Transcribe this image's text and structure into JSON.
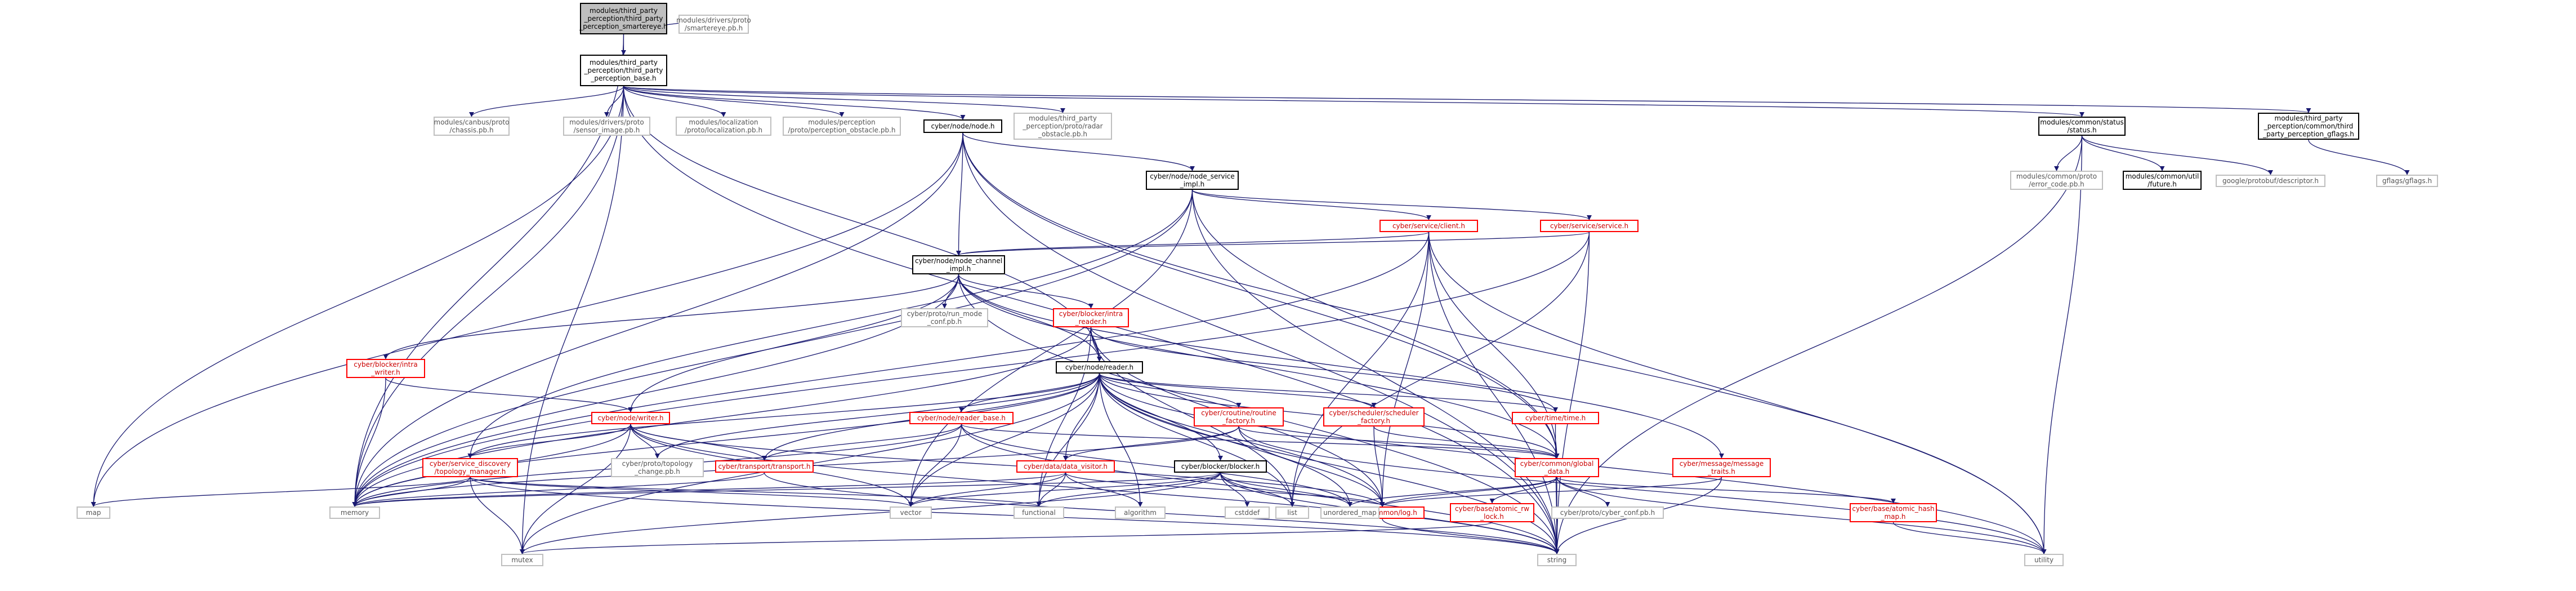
{
  "graph": {
    "edge_color": "#191970",
    "nodes": [
      {
        "id": "root",
        "label": "modules/third_party\n_perception/third_party\n_perception_smartereye.h",
        "style": "root"
      },
      {
        "id": "smartereyepb",
        "label": "modules/drivers/proto\n/smartereye.pb.h",
        "style": "gray"
      },
      {
        "id": "base",
        "label": "modules/third_party\n_perception/third_party\n_perception_base.h",
        "style": "normal"
      },
      {
        "id": "chassis",
        "label": "modules/canbus/proto\n/chassis.pb.h",
        "style": "gray"
      },
      {
        "id": "sensorimage",
        "label": "modules/drivers/proto\n/sensor_image.pb.h",
        "style": "gray"
      },
      {
        "id": "localization",
        "label": "modules/localization\n/proto/localization.pb.h",
        "style": "gray"
      },
      {
        "id": "perceptionobstacle",
        "label": "modules/perception\n/proto/perception_obstacle.pb.h",
        "style": "gray"
      },
      {
        "id": "nodeh",
        "label": "cyber/node/node.h",
        "style": "normal"
      },
      {
        "id": "radarobstacle",
        "label": "modules/third_party\n_perception/proto/radar\n_obstacle.pb.h",
        "style": "gray"
      },
      {
        "id": "status",
        "label": "modules/common/status\n/status.h",
        "style": "normal"
      },
      {
        "id": "gflagsh",
        "label": "modules/third_party\n_perception/common/third\n_party_perception_gflags.h",
        "style": "normal"
      },
      {
        "id": "errorcode",
        "label": "modules/common/proto\n/error_code.pb.h",
        "style": "gray"
      },
      {
        "id": "future",
        "label": "modules/common/util\n/future.h",
        "style": "normal"
      },
      {
        "id": "descriptor",
        "label": "google/protobuf/descriptor.h",
        "style": "gray"
      },
      {
        "id": "gflags",
        "label": "gflags/gflags.h",
        "style": "gray"
      },
      {
        "id": "nodeservice",
        "label": "cyber/node/node_service\n_impl.h",
        "style": "normal"
      },
      {
        "id": "client",
        "label": "cyber/service/client.h",
        "style": "red"
      },
      {
        "id": "service",
        "label": "cyber/service/service.h",
        "style": "red"
      },
      {
        "id": "nodechannel",
        "label": "cyber/node/node_channel\n_impl.h",
        "style": "normal"
      },
      {
        "id": "runmode",
        "label": "cyber/proto/run_mode\n_conf.pb.h",
        "style": "gray"
      },
      {
        "id": "intrareader",
        "label": "cyber/blocker/intra\n_reader.h",
        "style": "red"
      },
      {
        "id": "intrawriter",
        "label": "cyber/blocker/intra\n_writer.h",
        "style": "red"
      },
      {
        "id": "reader",
        "label": "cyber/node/reader.h",
        "style": "normal"
      },
      {
        "id": "writer",
        "label": "cyber/node/writer.h",
        "style": "red"
      },
      {
        "id": "readerbase",
        "label": "cyber/node/reader_base.h",
        "style": "red"
      },
      {
        "id": "routinefactory",
        "label": "cyber/croutine/routine\n_factory.h",
        "style": "red"
      },
      {
        "id": "schedfactory",
        "label": "cyber/scheduler/scheduler\n_factory.h",
        "style": "red"
      },
      {
        "id": "timeh",
        "label": "cyber/time/time.h",
        "style": "red"
      },
      {
        "id": "topology",
        "label": "cyber/service_discovery\n/topology_manager.h",
        "style": "red"
      },
      {
        "id": "topochange",
        "label": "cyber/proto/topology\n_change.pb.h",
        "style": "gray"
      },
      {
        "id": "transport",
        "label": "cyber/transport/transport.h",
        "style": "red"
      },
      {
        "id": "datavisitor",
        "label": "cyber/data/data_visitor.h",
        "style": "red"
      },
      {
        "id": "blocker",
        "label": "cyber/blocker/blocker.h",
        "style": "normal"
      },
      {
        "id": "globaldata",
        "label": "cyber/common/global\n_data.h",
        "style": "red"
      },
      {
        "id": "messagetraits",
        "label": "cyber/message/message\n_traits.h",
        "style": "red"
      },
      {
        "id": "log",
        "label": "cyber/common/log.h",
        "style": "red"
      },
      {
        "id": "atomicrw",
        "label": "cyber/base/atomic_rw\n_lock.h",
        "style": "red"
      },
      {
        "id": "atomichash",
        "label": "cyber/base/atomic_hash\n_map.h",
        "style": "red"
      },
      {
        "id": "cyberconf",
        "label": "cyber/proto/cyber_conf.pb.h",
        "style": "gray"
      },
      {
        "id": "map",
        "label": "map",
        "style": "gray"
      },
      {
        "id": "memory",
        "label": "memory",
        "style": "gray"
      },
      {
        "id": "mutex",
        "label": "mutex",
        "style": "gray"
      },
      {
        "id": "vector",
        "label": "vector",
        "style": "gray"
      },
      {
        "id": "functional",
        "label": "functional",
        "style": "gray"
      },
      {
        "id": "algorithm",
        "label": "algorithm",
        "style": "gray"
      },
      {
        "id": "cstddef",
        "label": "cstddef",
        "style": "gray"
      },
      {
        "id": "list",
        "label": "list",
        "style": "gray"
      },
      {
        "id": "unorderedmap",
        "label": "unordered_map",
        "style": "gray"
      },
      {
        "id": "string",
        "label": "string",
        "style": "gray"
      },
      {
        "id": "utility",
        "label": "utility",
        "style": "gray"
      }
    ],
    "edges": [
      [
        "root",
        "smartereyepb"
      ],
      [
        "root",
        "base"
      ],
      [
        "root",
        "memory"
      ],
      [
        "base",
        "chassis"
      ],
      [
        "base",
        "sensorimage"
      ],
      [
        "base",
        "localization"
      ],
      [
        "base",
        "perceptionobstacle"
      ],
      [
        "base",
        "nodeh"
      ],
      [
        "base",
        "radarobstacle"
      ],
      [
        "base",
        "status"
      ],
      [
        "base",
        "gflagsh"
      ],
      [
        "base",
        "map"
      ],
      [
        "base",
        "memory"
      ],
      [
        "base",
        "mutex"
      ],
      [
        "base",
        "string"
      ],
      [
        "base",
        "reader"
      ],
      [
        "status",
        "errorcode"
      ],
      [
        "status",
        "future"
      ],
      [
        "status",
        "descriptor"
      ],
      [
        "status",
        "string"
      ],
      [
        "status",
        "utility"
      ],
      [
        "gflagsh",
        "gflags"
      ],
      [
        "nodeh",
        "nodeservice"
      ],
      [
        "nodeh",
        "nodechannel"
      ],
      [
        "nodeh",
        "map"
      ],
      [
        "nodeh",
        "memory"
      ],
      [
        "nodeh",
        "string"
      ],
      [
        "nodeh",
        "utility"
      ],
      [
        "nodeh",
        "globaldata"
      ],
      [
        "nodeservice",
        "client"
      ],
      [
        "nodeservice",
        "service"
      ],
      [
        "nodeservice",
        "topology"
      ],
      [
        "nodeservice",
        "memory"
      ],
      [
        "nodeservice",
        "string"
      ],
      [
        "nodeservice",
        "vector"
      ],
      [
        "nodeservice",
        "globaldata"
      ],
      [
        "client",
        "nodechannel"
      ],
      [
        "client",
        "memory"
      ],
      [
        "client",
        "string"
      ],
      [
        "client",
        "utility"
      ],
      [
        "client",
        "list"
      ],
      [
        "client",
        "log"
      ],
      [
        "client",
        "globaldata"
      ],
      [
        "service",
        "nodechannel"
      ],
      [
        "service",
        "string"
      ],
      [
        "service",
        "list"
      ],
      [
        "service",
        "memory"
      ],
      [
        "nodechannel",
        "runmode"
      ],
      [
        "nodechannel",
        "intrareader"
      ],
      [
        "nodechannel",
        "intrawriter"
      ],
      [
        "nodechannel",
        "reader"
      ],
      [
        "nodechannel",
        "writer"
      ],
      [
        "nodechannel",
        "messagetraits"
      ],
      [
        "nodechannel",
        "memory"
      ],
      [
        "nodechannel",
        "string"
      ],
      [
        "nodechannel",
        "globaldata"
      ],
      [
        "intrareader",
        "reader"
      ],
      [
        "intrareader",
        "timeh"
      ],
      [
        "intrareader",
        "memory"
      ],
      [
        "intrareader",
        "functional"
      ],
      [
        "intrareader",
        "list"
      ],
      [
        "intrareader",
        "log"
      ],
      [
        "intrawriter",
        "writer"
      ],
      [
        "intrawriter",
        "memory"
      ],
      [
        "reader",
        "readerbase"
      ],
      [
        "reader",
        "routinefactory"
      ],
      [
        "reader",
        "schedfactory"
      ],
      [
        "reader",
        "timeh"
      ],
      [
        "reader",
        "topology"
      ],
      [
        "reader",
        "topochange"
      ],
      [
        "reader",
        "transport"
      ],
      [
        "reader",
        "datavisitor"
      ],
      [
        "reader",
        "blocker"
      ],
      [
        "reader",
        "globaldata"
      ],
      [
        "reader",
        "memory"
      ],
      [
        "reader",
        "mutex"
      ],
      [
        "reader",
        "vector"
      ],
      [
        "reader",
        "functional"
      ],
      [
        "reader",
        "algorithm"
      ],
      [
        "reader",
        "list"
      ],
      [
        "reader",
        "unorderedmap"
      ],
      [
        "reader",
        "utility"
      ],
      [
        "reader",
        "string"
      ],
      [
        "reader",
        "log"
      ],
      [
        "writer",
        "topology"
      ],
      [
        "writer",
        "topochange"
      ],
      [
        "writer",
        "transport"
      ],
      [
        "writer",
        "memory"
      ],
      [
        "writer",
        "string"
      ],
      [
        "writer",
        "mutex"
      ],
      [
        "writer",
        "vector"
      ],
      [
        "writer",
        "log"
      ],
      [
        "readerbase",
        "transport"
      ],
      [
        "readerbase",
        "memory"
      ],
      [
        "readerbase",
        "vector"
      ],
      [
        "readerbase",
        "string"
      ],
      [
        "readerbase",
        "unorderedmap"
      ],
      [
        "readerbase",
        "globaldata"
      ],
      [
        "routinefactory",
        "datavisitor"
      ],
      [
        "routinefactory",
        "globaldata"
      ],
      [
        "routinefactory",
        "log"
      ],
      [
        "routinefactory",
        "memory"
      ],
      [
        "routinefactory",
        "utility"
      ],
      [
        "schedfactory",
        "globaldata"
      ],
      [
        "schedfactory",
        "log"
      ],
      [
        "timeh",
        "string"
      ],
      [
        "topology",
        "map"
      ],
      [
        "topology",
        "memory"
      ],
      [
        "topology",
        "mutex"
      ],
      [
        "topology",
        "string"
      ],
      [
        "topology",
        "functional"
      ],
      [
        "topology",
        "vector"
      ],
      [
        "transport",
        "memory"
      ],
      [
        "transport",
        "string"
      ],
      [
        "datavisitor",
        "vector"
      ],
      [
        "datavisitor",
        "algorithm"
      ],
      [
        "datavisitor",
        "functional"
      ],
      [
        "datavisitor",
        "memory"
      ],
      [
        "datavisitor",
        "log"
      ],
      [
        "blocker",
        "vector"
      ],
      [
        "blocker",
        "list"
      ],
      [
        "blocker",
        "mutex"
      ],
      [
        "blocker",
        "cstddef"
      ],
      [
        "blocker",
        "string"
      ],
      [
        "blocker",
        "functional"
      ],
      [
        "blocker",
        "unorderedmap"
      ],
      [
        "blocker",
        "memory"
      ],
      [
        "globaldata",
        "log"
      ],
      [
        "globaldata",
        "atomicrw"
      ],
      [
        "globaldata",
        "atomichash"
      ],
      [
        "globaldata",
        "cyberconf"
      ],
      [
        "globaldata",
        "string"
      ],
      [
        "globaldata",
        "unorderedmap"
      ],
      [
        "globaldata",
        "utility"
      ],
      [
        "messagetraits",
        "string"
      ],
      [
        "messagetraits",
        "log"
      ],
      [
        "atomicrw",
        "mutex"
      ],
      [
        "atomichash",
        "utility"
      ],
      [
        "log",
        "string"
      ]
    ]
  }
}
